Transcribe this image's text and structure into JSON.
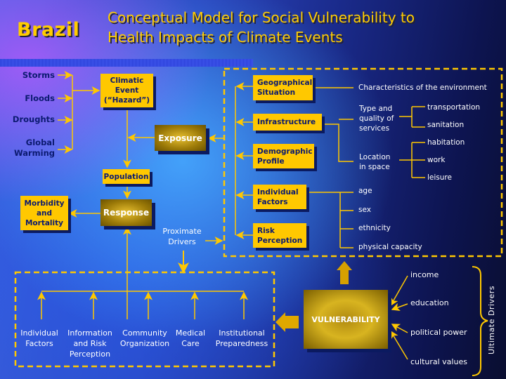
{
  "header": {
    "country": "Brazil",
    "title_line1": "Conceptual Model for Social Vulnerability to",
    "title_line2": "Health Impacts of Climate Events"
  },
  "hazards": [
    "Storms",
    "Floods",
    "Droughts",
    "Global Warming"
  ],
  "core": {
    "climatic_event": "Climatic Event (“Hazard”)",
    "exposure": "Exposure",
    "population": "Population",
    "response": "Response",
    "morbidity": "Morbidity and Mortality",
    "proximate": "Proximate Drivers"
  },
  "exposure_factors": [
    "Geographical Situation",
    "Infrastructure",
    "Demographic Profile",
    "Individual Factors",
    "Risk Perception"
  ],
  "details": {
    "environment": "Characteristics of the environment",
    "services": "Type and quality of services",
    "transportation": "transportation",
    "sanitation": "sanitation",
    "location": "Location in space",
    "habitation": "habitation",
    "work": "work",
    "leisure": "leisure",
    "age": "age",
    "sex": "sex",
    "ethnicity": "ethnicity",
    "physical": "physical capacity"
  },
  "response_factors": [
    "Individual Factors",
    "Information and Risk Perception",
    "Community Organization",
    "Medical Care",
    "Institutional Preparedness"
  ],
  "vulnerability": "VULNERABILITY",
  "ultimate": {
    "label": "Ultimate Drivers",
    "items": [
      "income",
      "education",
      "political power",
      "cultural values"
    ]
  },
  "colors": {
    "yellow": "#ffc800",
    "navy": "#0b1a70"
  }
}
